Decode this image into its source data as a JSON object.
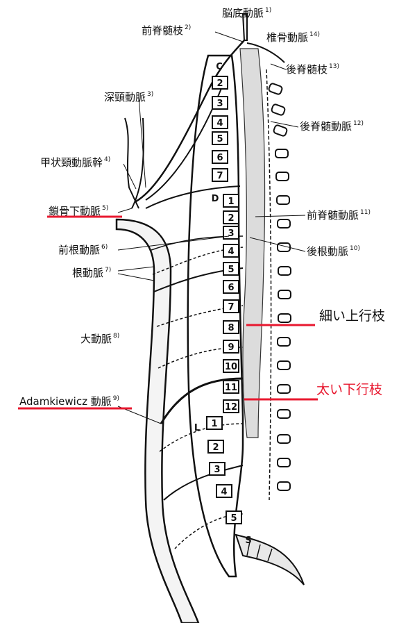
{
  "labels": {
    "basilar": {
      "text": "脳底動脈",
      "num": "1)"
    },
    "ant_spinal_branch": {
      "text": "前脊髄枝",
      "num": "2)"
    },
    "deep_cervical": {
      "text": "深頸動脈",
      "num": "3)"
    },
    "thyrocervical": {
      "text": "甲状頸動脈幹",
      "num": "4)"
    },
    "subclavian": {
      "text": "鎖骨下動脈",
      "num": "5)"
    },
    "ant_radicular": {
      "text": "前根動脈",
      "num": "6)"
    },
    "radicular": {
      "text": "根動脈",
      "num": "7)"
    },
    "aorta": {
      "text": "大動脈",
      "num": "8)"
    },
    "adamkiewicz": {
      "text": "Adamkiewicz 動脈",
      "num": "9)"
    },
    "post_radicular": {
      "text": "後根動脈",
      "num": "10)"
    },
    "ant_spinal_artery": {
      "text": "前脊髄動脈",
      "num": "11)"
    },
    "post_spinal_artery": {
      "text": "後脊髄動脈",
      "num": "12)"
    },
    "post_spinal_branch": {
      "text": "後脊髄枝",
      "num": "13)"
    },
    "vertebral": {
      "text": "椎骨動脈",
      "num": "14)"
    }
  },
  "annotations": {
    "thin_ascending": "細い上行枝",
    "thick_descending": "太い下行枝"
  },
  "regions": {
    "cervical": "C",
    "thoracic": "D",
    "lumbar": "L",
    "sacral": "S"
  },
  "segments": {
    "cervical": [
      "2",
      "3",
      "4",
      "5",
      "6",
      "7"
    ],
    "thoracic": [
      "1",
      "2",
      "3",
      "4",
      "5",
      "6",
      "7",
      "8",
      "9",
      "10",
      "11",
      "12"
    ],
    "lumbar": [
      "1",
      "2",
      "3",
      "4",
      "5"
    ]
  },
  "colors": {
    "accent": "#e8182f",
    "line": "#111111",
    "cord_fill": "#dcdcdc"
  }
}
